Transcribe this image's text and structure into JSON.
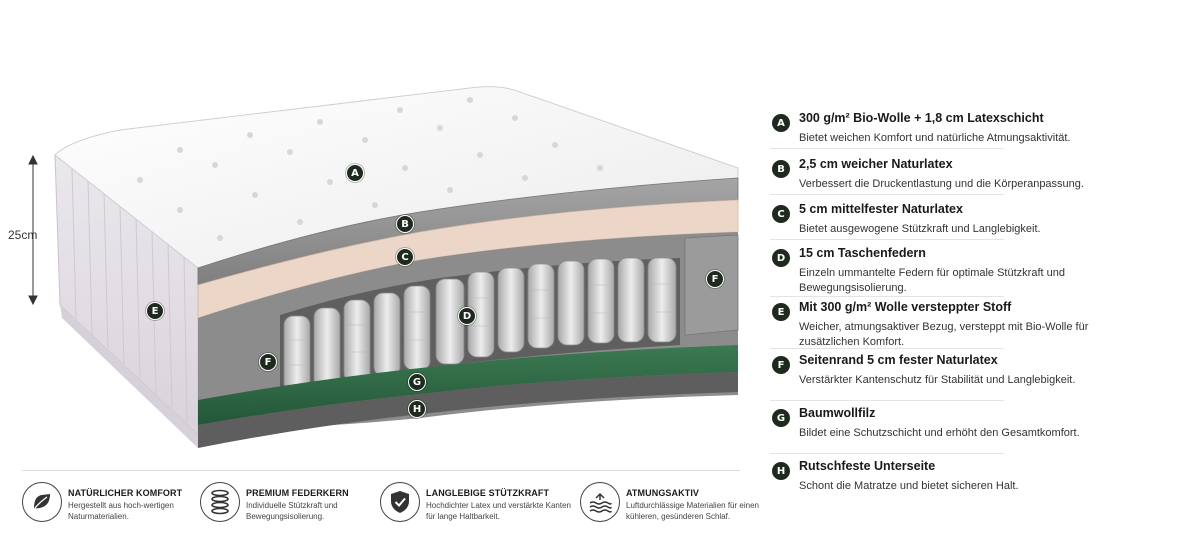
{
  "dimension": {
    "label": "25cm"
  },
  "markers": [
    "A",
    "B",
    "C",
    "D",
    "E",
    "F",
    "F",
    "G",
    "H"
  ],
  "layers": [
    {
      "letter": "A",
      "title": "300 g/m² Bio-Wolle + 1,8 cm Latexschicht",
      "desc": "Bietet weichen Komfort und natürliche Atmungsaktivität."
    },
    {
      "letter": "B",
      "title": "2,5 cm weicher Naturlatex",
      "desc": "Verbessert die Druckentlastung und die Körperanpassung."
    },
    {
      "letter": "C",
      "title": "5 cm mittelfester Naturlatex",
      "desc": "Bietet ausgewogene Stützkraft und Langlebigkeit."
    },
    {
      "letter": "D",
      "title": "15 cm Taschenfedern",
      "desc": "Einzeln ummantelte Federn für optimale Stützkraft und Bewegungsisolierung."
    },
    {
      "letter": "E",
      "title": "Mit 300 g/m² Wolle versteppter Stoff",
      "desc": "Weicher, atmungsaktiver Bezug, versteppt mit Bio-Wolle für zusätzlichen Komfort."
    },
    {
      "letter": "F",
      "title": "Seitenrand 5 cm fester Naturlatex",
      "desc": "Verstärkter Kantenschutz für Stabilität und Langlebigkeit."
    },
    {
      "letter": "G",
      "title": "Baumwollfilz",
      "desc": "Bildet eine Schutzschicht und erhöht den Gesamtkomfort."
    },
    {
      "letter": "H",
      "title": "Rutschfeste Unterseite",
      "desc": "Schont die Matratze und bietet sicheren Halt."
    }
  ],
  "features": [
    {
      "icon": "leaf-icon",
      "title": "NATÜRLICHER KOMFORT",
      "desc": "Hergestellt aus hoch-wertigen Naturmaterialien."
    },
    {
      "icon": "spring-icon",
      "title": "PREMIUM FEDERKERN",
      "desc": "Individuelle Stützkraft und Bewegungsisolierung."
    },
    {
      "icon": "shield-check-icon",
      "title": "LANGLEBIGE STÜTZKRAFT",
      "desc": "Hochdichter Latex und verstärkte Kanten für lange Haltbarkeit."
    },
    {
      "icon": "airflow-icon",
      "title": "ATMUNGSAKTIV",
      "desc": "Luftdurchlässige Materialien für einen kühleren, gesünderen Schlaf."
    }
  ],
  "colors": {
    "badge": "#1f2a1f",
    "cover": "#f3f1f2",
    "side_fabric": "#e1dde3",
    "latex_soft": "#9a9a9a",
    "latex_medium": "#ecd6c8",
    "spring_box": "#8c8c8c",
    "felt": "#2f6b45",
    "base": "#5e5e5e"
  }
}
